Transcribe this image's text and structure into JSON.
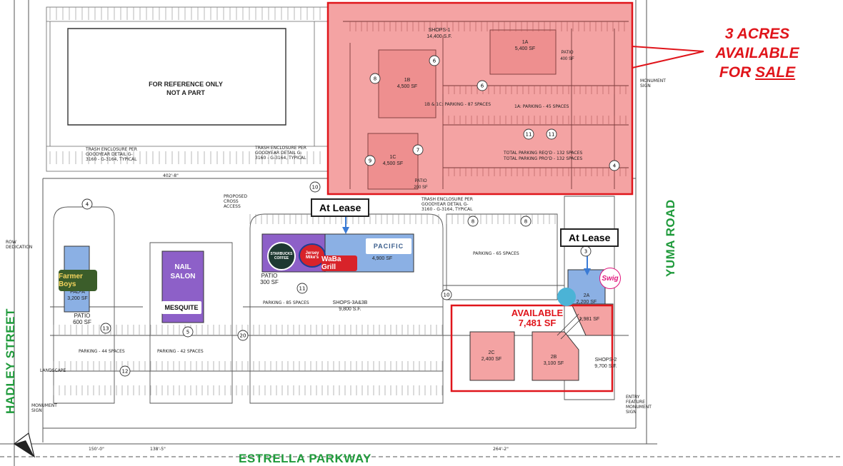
{
  "colors": {
    "for_sale_fill": "#f4a3a3",
    "for_sale_border": "#e0151b",
    "lease_blue": "#8bb0e4",
    "purple": "#8d60c8",
    "street_green": "#1f9a3b",
    "outline": "#333333"
  },
  "streets": {
    "south": "ESTRELLA PARKWAY",
    "west": "HADLEY STREET",
    "east": "YUMA ROAD"
  },
  "callouts": {
    "for_sale": {
      "line1": "3 ACRES",
      "line2": "AVAILABLE",
      "line3_prefix": "FOR ",
      "line3_underlined": "SALE"
    },
    "at_lease_center": "At Lease",
    "at_lease_east": "At Lease",
    "available_line1": "AVAILABLE",
    "available_line2": "7,481 SF"
  },
  "reference_building": {
    "line1": "FOR REFERENCE ONLY",
    "line2": "NOT A PART"
  },
  "buildings": {
    "shops1": {
      "name": "SHOPS-1",
      "area": "14,400 S.F."
    },
    "b1a": {
      "name": "1A",
      "area": "5,400 SF"
    },
    "b1b": {
      "name": "1B",
      "area": "4,500 SF"
    },
    "b1c": {
      "name": "1C",
      "area": "4,500 SF"
    },
    "shops3": {
      "name": "SHOPS-3A&3B",
      "area": "9,800 S.F."
    },
    "b3a": {
      "area": "4,900 SF"
    },
    "pad_a": {
      "name": "PAD-A",
      "area": "3,200 SF"
    },
    "b2a": {
      "name": "2A",
      "area": "2,200 SF"
    },
    "b2a_ext": {
      "area": "1,981 SF"
    },
    "b2b": {
      "name": "2B",
      "area": "3,100 SF"
    },
    "b2c": {
      "name": "2C",
      "area": "2,400 SF"
    },
    "shops2": {
      "name": "SHOPS-2",
      "area": "9,700 S.F."
    },
    "nail_salon": {
      "line1": "NAIL",
      "line2": "SALON"
    }
  },
  "patios": {
    "p1": {
      "label": "PATIO",
      "area": "300 SF"
    },
    "p2": {
      "label": "PATIO",
      "area": "600 SF"
    },
    "p3": {
      "label": "PATIO",
      "area": "200 SF"
    },
    "p4": {
      "label": "PATIO",
      "area": "400 SF"
    }
  },
  "parking": {
    "west": "PARKING - 44 SPACES",
    "west2": "PARKING - 42 SPACES",
    "center": "PARKING - 85 SPACES",
    "east": "PARKING - 65 SPACES",
    "p1a": "1A: PARKING - 45 SPACES",
    "p1bc": "1B & 1C: PARKING - 87 SPACES",
    "total_req": "TOTAL PARKING REQ'D - 132 SPACES",
    "total_prov": "TOTAL PARKING PRO'D - 132 SPACES"
  },
  "notes": {
    "trash1": "TRASH ENCLOSURE PER GOODYEAR DETAIL G-3160 - G-3164, TYPICAL",
    "trash2": "TRASH ENCLOSURE PER GOODYEAR DETAIL G-3160 - G-3164, TYPICAL",
    "trash3": "TRASH ENCLOSURE PER GOODYEAR DETAIL G-3160 - G-3164, TYPICAL",
    "monument_n": "MONUMENT SIGN",
    "monument_sw": "MONUMENT SIGN",
    "entry_feature": "ENTRY FEATURE MONUMENT SIGN",
    "cross_access": "PROPOSED CROSS ACCESS",
    "row_dedication": "ROW DEDICATION",
    "landscape": "LANDSCAPE"
  },
  "dims": {
    "d_150": "150'-0\"",
    "d_138": "138'-5\"",
    "d_264": "264'-2\"",
    "d_402": "402'-8\""
  },
  "tenant_logos": {
    "farmer_boys": "Farmer Boys",
    "starbucks": "STARBUCKS COFFEE",
    "jersey_mikes": "Jersey Mike's",
    "waba": "WaBa Grill",
    "pacific": "PACIFIC",
    "mesquite": "MESQUITE",
    "swig": "Swig"
  },
  "stall_numbers": [
    "10",
    "8",
    "6",
    "6",
    "11",
    "11",
    "7",
    "9",
    "3",
    "4",
    "13",
    "12",
    "20",
    "11",
    "10",
    "5",
    "8",
    "8",
    "4"
  ]
}
